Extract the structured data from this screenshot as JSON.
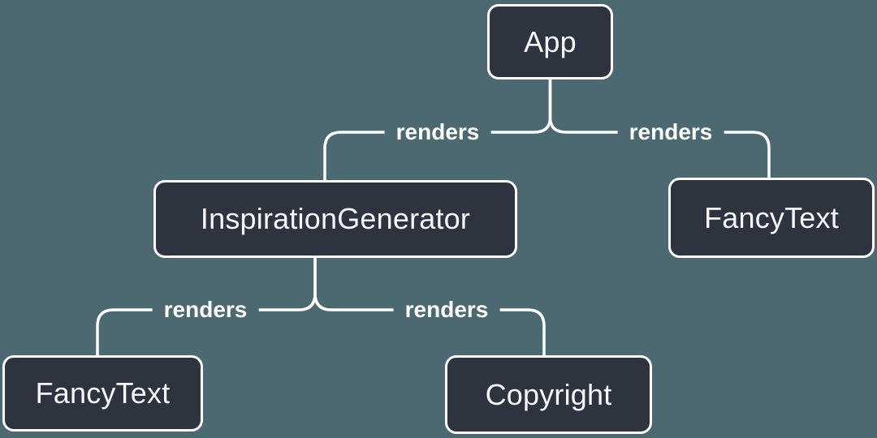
{
  "theme": {
    "background": "#4c6971",
    "node_fill": "#2d333f",
    "node_border": "#ffffff",
    "node_text": "#f6f7f9",
    "wire": "#ffffff",
    "edge_label_text": "#ffffff"
  },
  "diagram": {
    "type": "tree",
    "nodes": [
      {
        "id": "app",
        "label": "App"
      },
      {
        "id": "inspiration-generator",
        "label": "InspirationGenerator"
      },
      {
        "id": "fancy-text-top",
        "label": "FancyText"
      },
      {
        "id": "fancy-text-bottom",
        "label": "FancyText"
      },
      {
        "id": "copyright",
        "label": "Copyright"
      }
    ],
    "edges": [
      {
        "from": "App",
        "to": "InspirationGenerator",
        "label": "renders"
      },
      {
        "from": "App",
        "to": "FancyText",
        "label": "renders"
      },
      {
        "from": "InspirationGenerator",
        "to": "FancyText",
        "label": "renders"
      },
      {
        "from": "InspirationGenerator",
        "to": "Copyright",
        "label": "renders"
      }
    ]
  }
}
